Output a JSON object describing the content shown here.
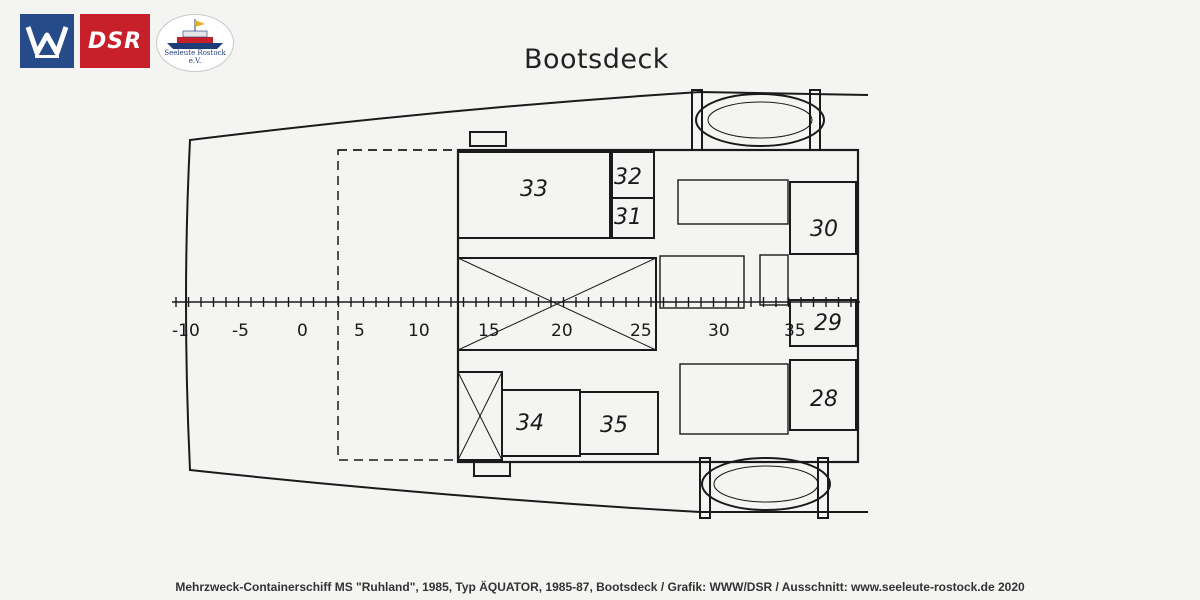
{
  "title": "Bootsdeck",
  "caption": "Mehrzweck-Containerschiff MS \"Ruhland\", 1985, Typ ÄQUATOR, 1985-87, Bootsdeck / Grafik: WWW/DSR / Ausschnitt: www.seeleute-rostock.de 2020",
  "logos": {
    "dsr": "DSR",
    "seal": "Seeleute Rostock e.V."
  },
  "scale_labels": [
    "-10",
    "-5",
    "0",
    "5",
    "10",
    "15",
    "20",
    "25",
    "30",
    "35"
  ],
  "room_numbers": [
    "33",
    "32",
    "31",
    "30",
    "29",
    "28",
    "34",
    "35"
  ],
  "colors": {
    "ink": "#1a1a1a",
    "paper": "#f4f4f2",
    "ww_blue": "#274b8a",
    "dsr_red": "#c8202a"
  }
}
